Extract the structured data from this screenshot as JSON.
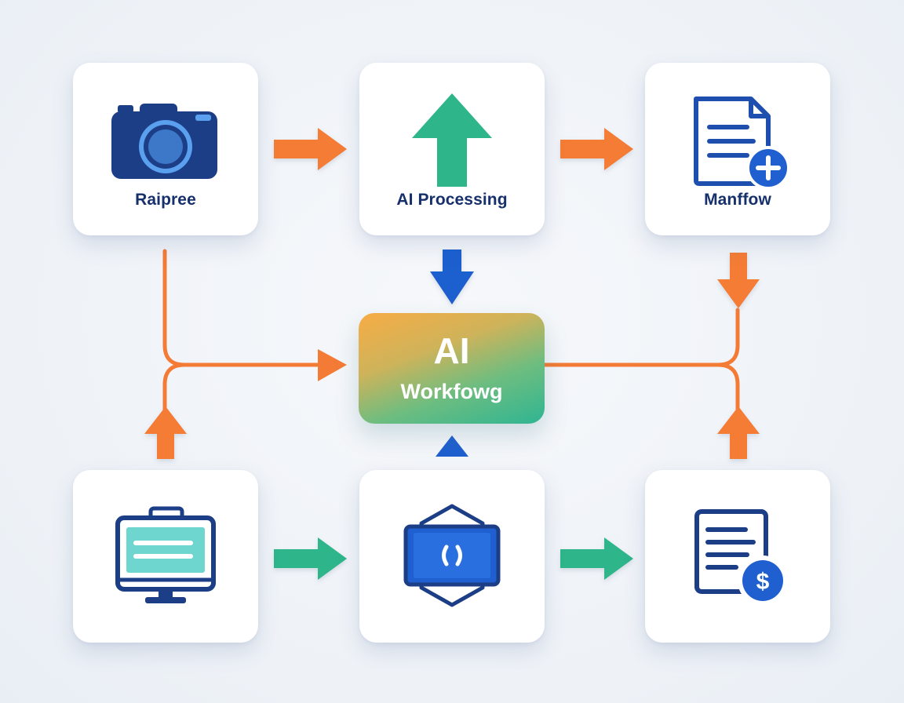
{
  "hub": {
    "title": "AI",
    "subtitle": "Workfowg"
  },
  "nodes": [
    {
      "id": "card-1",
      "label": "Raipree",
      "icon": "camera-icon"
    },
    {
      "id": "card-2",
      "label": "AI Processing",
      "icon": "upload-arrow-icon"
    },
    {
      "id": "card-3",
      "label": "Manffow",
      "icon": "document-add-icon"
    },
    {
      "id": "card-4",
      "label": "",
      "icon": "monitor-icon"
    },
    {
      "id": "card-5",
      "label": "",
      "icon": "code-hexagon-icon"
    },
    {
      "id": "card-6",
      "label": "",
      "icon": "invoice-dollar-icon"
    }
  ],
  "colors": {
    "navy": "#1b3e86",
    "orange": "#f47b35",
    "green": "#2fb58a",
    "blue": "#1f5fcf",
    "hub_gradient": [
      "#f7ac45",
      "#2fb592"
    ]
  }
}
